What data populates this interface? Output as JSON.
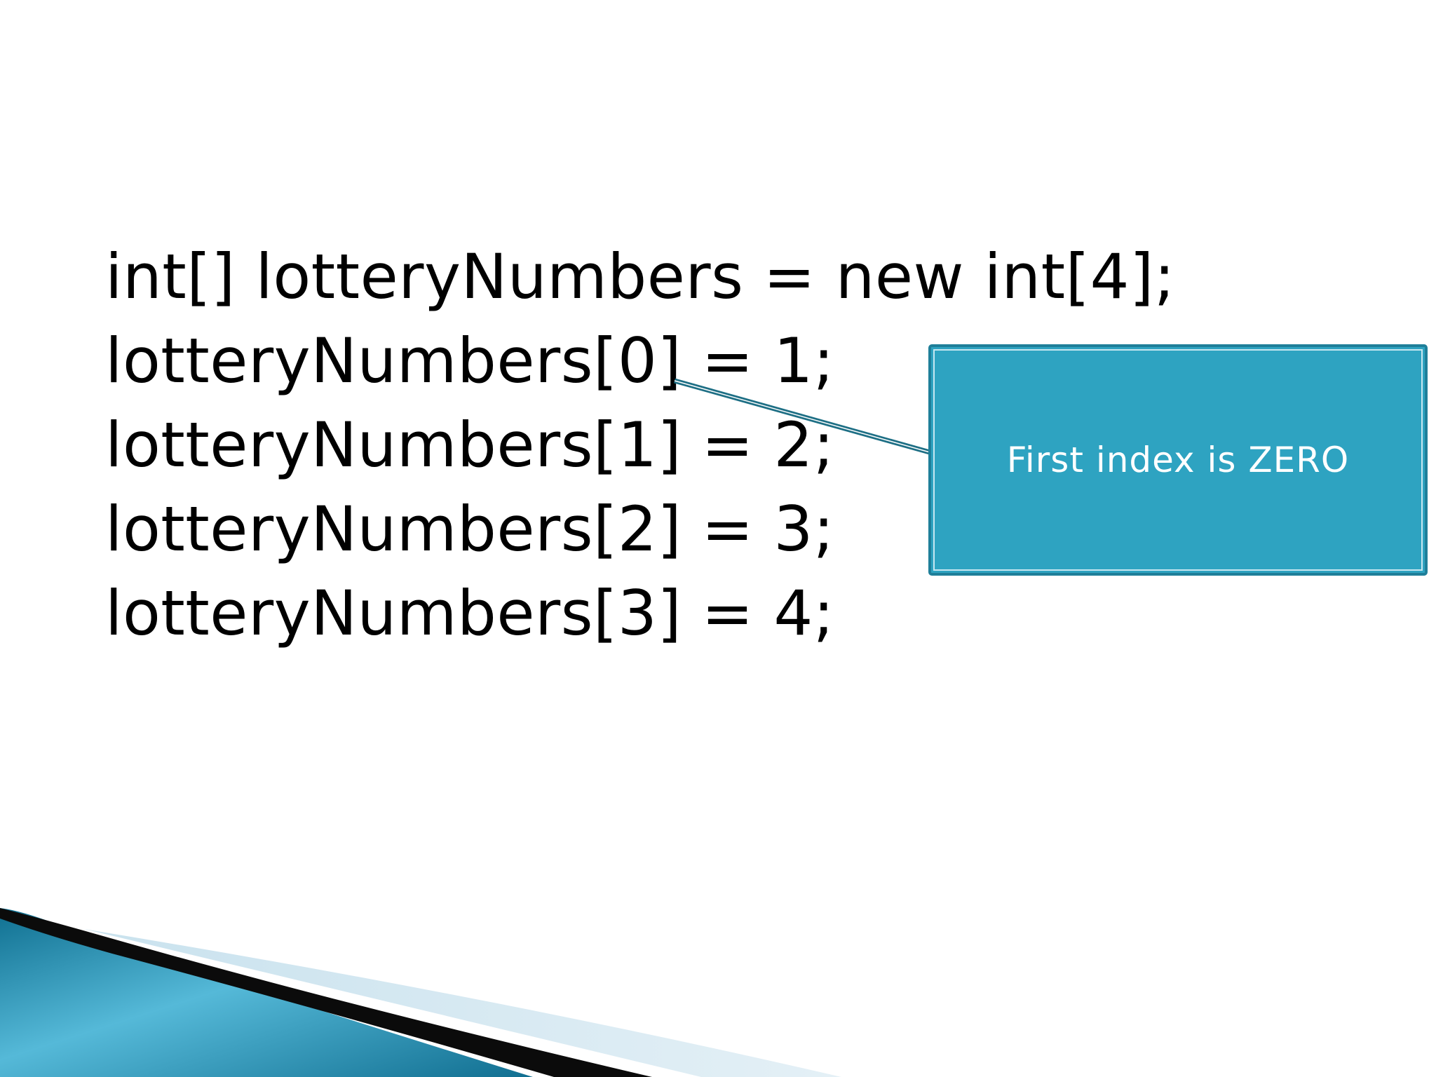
{
  "code_lines": [
    "int[] lotteryNumbers = new int[4];",
    "lotteryNumbers[0] = 1;",
    "lotteryNumbers[1] = 2;",
    "lotteryNumbers[2] = 3;",
    "lotteryNumbers[3] = 4;"
  ],
  "callout": {
    "text": "First index is ZERO"
  },
  "colors": {
    "callout_fill": "#2ea3c1",
    "callout_border": "#1f7f99",
    "connector": "#1e6f85",
    "wave_dark": "#0a0a0a",
    "wave_teal": "#1b86a8",
    "wave_light": "#d6e9f2"
  }
}
